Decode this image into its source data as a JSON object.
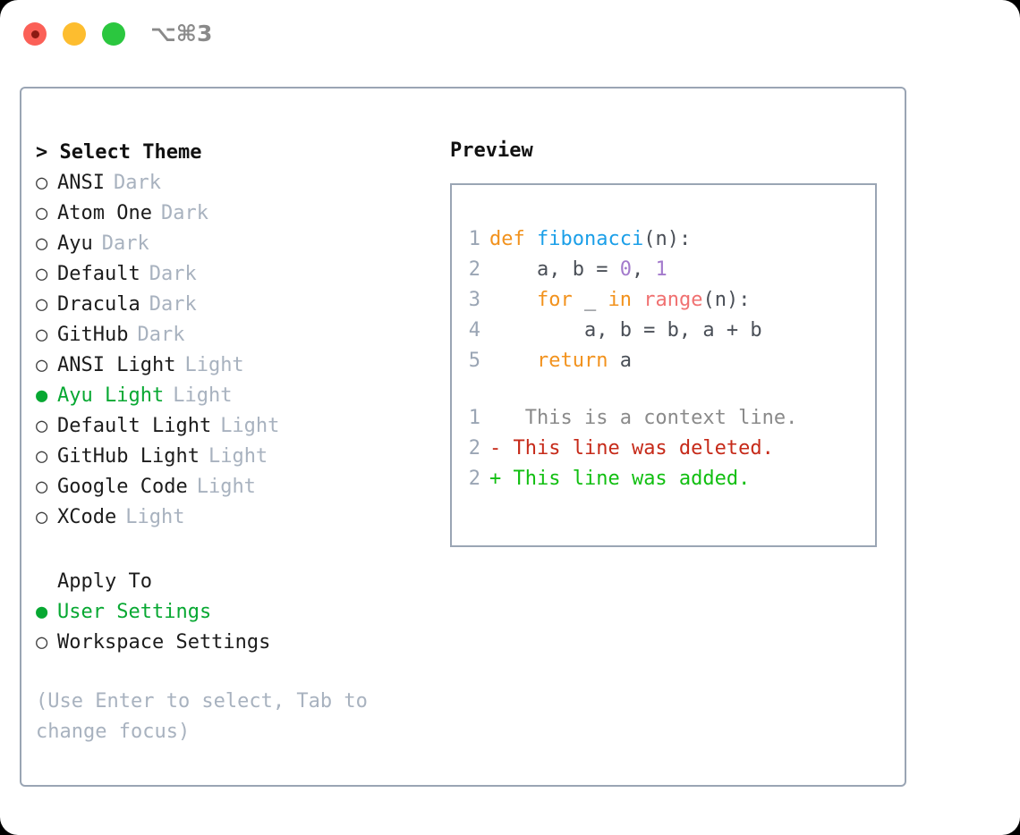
{
  "window": {
    "shortcut": "⌥⌘3",
    "traffic_lights": [
      {
        "name": "close",
        "color": "#fb6057"
      },
      {
        "name": "minimize",
        "color": "#fdbd2f"
      },
      {
        "name": "maximize",
        "color": "#2bc73f"
      }
    ]
  },
  "accent": {
    "selected_green": "#07a832",
    "muted_gray": "#a8b2bf",
    "border": "#9aa5b4"
  },
  "theme_picker": {
    "prompt": ">",
    "heading": "Select Theme",
    "marker_off": "○",
    "marker_on": "●",
    "items": [
      {
        "label": "ANSI",
        "variant": "Dark",
        "selected": false
      },
      {
        "label": "Atom One",
        "variant": "Dark",
        "selected": false
      },
      {
        "label": "Ayu",
        "variant": "Dark",
        "selected": false
      },
      {
        "label": "Default",
        "variant": "Dark",
        "selected": false
      },
      {
        "label": "Dracula",
        "variant": "Dark",
        "selected": false
      },
      {
        "label": "GitHub",
        "variant": "Dark",
        "selected": false
      },
      {
        "label": "ANSI Light",
        "variant": "Light",
        "selected": false
      },
      {
        "label": "Ayu Light",
        "variant": "Light",
        "selected": true
      },
      {
        "label": "Default Light",
        "variant": "Light",
        "selected": false
      },
      {
        "label": "GitHub Light",
        "variant": "Light",
        "selected": false
      },
      {
        "label": "Google Code",
        "variant": "Light",
        "selected": false
      },
      {
        "label": "XCode",
        "variant": "Light",
        "selected": false
      }
    ]
  },
  "apply_to": {
    "heading": "Apply To",
    "items": [
      {
        "label": "User Settings",
        "selected": true
      },
      {
        "label": "Workspace Settings",
        "selected": false
      }
    ]
  },
  "hint": "(Use Enter to select, Tab to change focus)",
  "preview": {
    "title": "Preview",
    "code_lines": [
      {
        "number": "1",
        "tokens": [
          {
            "text": "def ",
            "type": "keyword"
          },
          {
            "text": "fibonacci",
            "type": "function"
          },
          {
            "text": "(n):",
            "type": "plain"
          }
        ]
      },
      {
        "number": "2",
        "tokens": [
          {
            "text": "    a, b = ",
            "type": "plain"
          },
          {
            "text": "0",
            "type": "number"
          },
          {
            "text": ", ",
            "type": "plain"
          },
          {
            "text": "1",
            "type": "number"
          }
        ]
      },
      {
        "number": "3",
        "tokens": [
          {
            "text": "    ",
            "type": "plain"
          },
          {
            "text": "for",
            "type": "keyword"
          },
          {
            "text": " _ ",
            "type": "plain"
          },
          {
            "text": "in",
            "type": "keyword"
          },
          {
            "text": " ",
            "type": "plain"
          },
          {
            "text": "range",
            "type": "builtin"
          },
          {
            "text": "(n):",
            "type": "plain"
          }
        ]
      },
      {
        "number": "4",
        "tokens": [
          {
            "text": "        a, b = b, a + b",
            "type": "plain"
          }
        ]
      },
      {
        "number": "5",
        "tokens": [
          {
            "text": "    ",
            "type": "plain"
          },
          {
            "text": "return",
            "type": "keyword"
          },
          {
            "text": " a",
            "type": "plain"
          }
        ]
      }
    ],
    "diff_lines": [
      {
        "number": "1",
        "sign": " ",
        "text": "  This is a context line.",
        "type": "context"
      },
      {
        "number": "2",
        "sign": "-",
        "text": " This line was deleted.",
        "type": "deleted"
      },
      {
        "number": "2",
        "sign": "+",
        "text": " This line was added.",
        "type": "added"
      }
    ]
  }
}
